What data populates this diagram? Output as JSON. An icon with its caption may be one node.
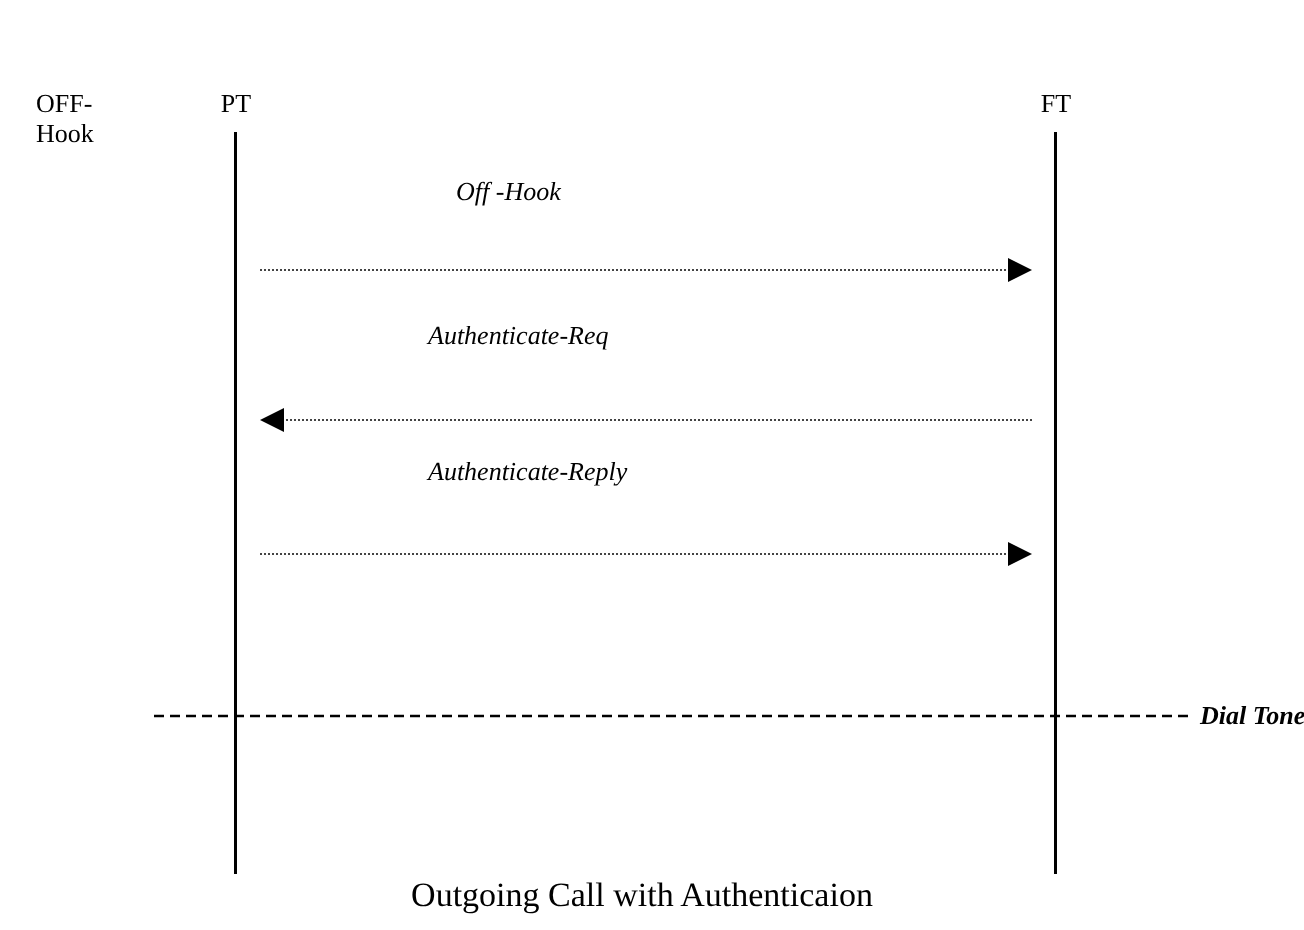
{
  "diagram": {
    "caption": "Outgoing Call with Authenticaion",
    "nodes": [
      {
        "text": [
          "PT"
        ]
      },
      {
        "text": [
          "FT"
        ]
      }
    ],
    "edges": [
      {
        "from": 0,
        "to": 1,
        "arrow": "to",
        "label": "Off -Hook"
      },
      {
        "from": 1,
        "to": 0,
        "arrow": "to",
        "label": "Authenticate-Req"
      },
      {
        "from": 0,
        "to": 1,
        "arrow": "to",
        "label": "Authenticate-Reply"
      }
    ],
    "labels": [
      "OFF- Hook",
      "Dial Tone"
    ]
  }
}
